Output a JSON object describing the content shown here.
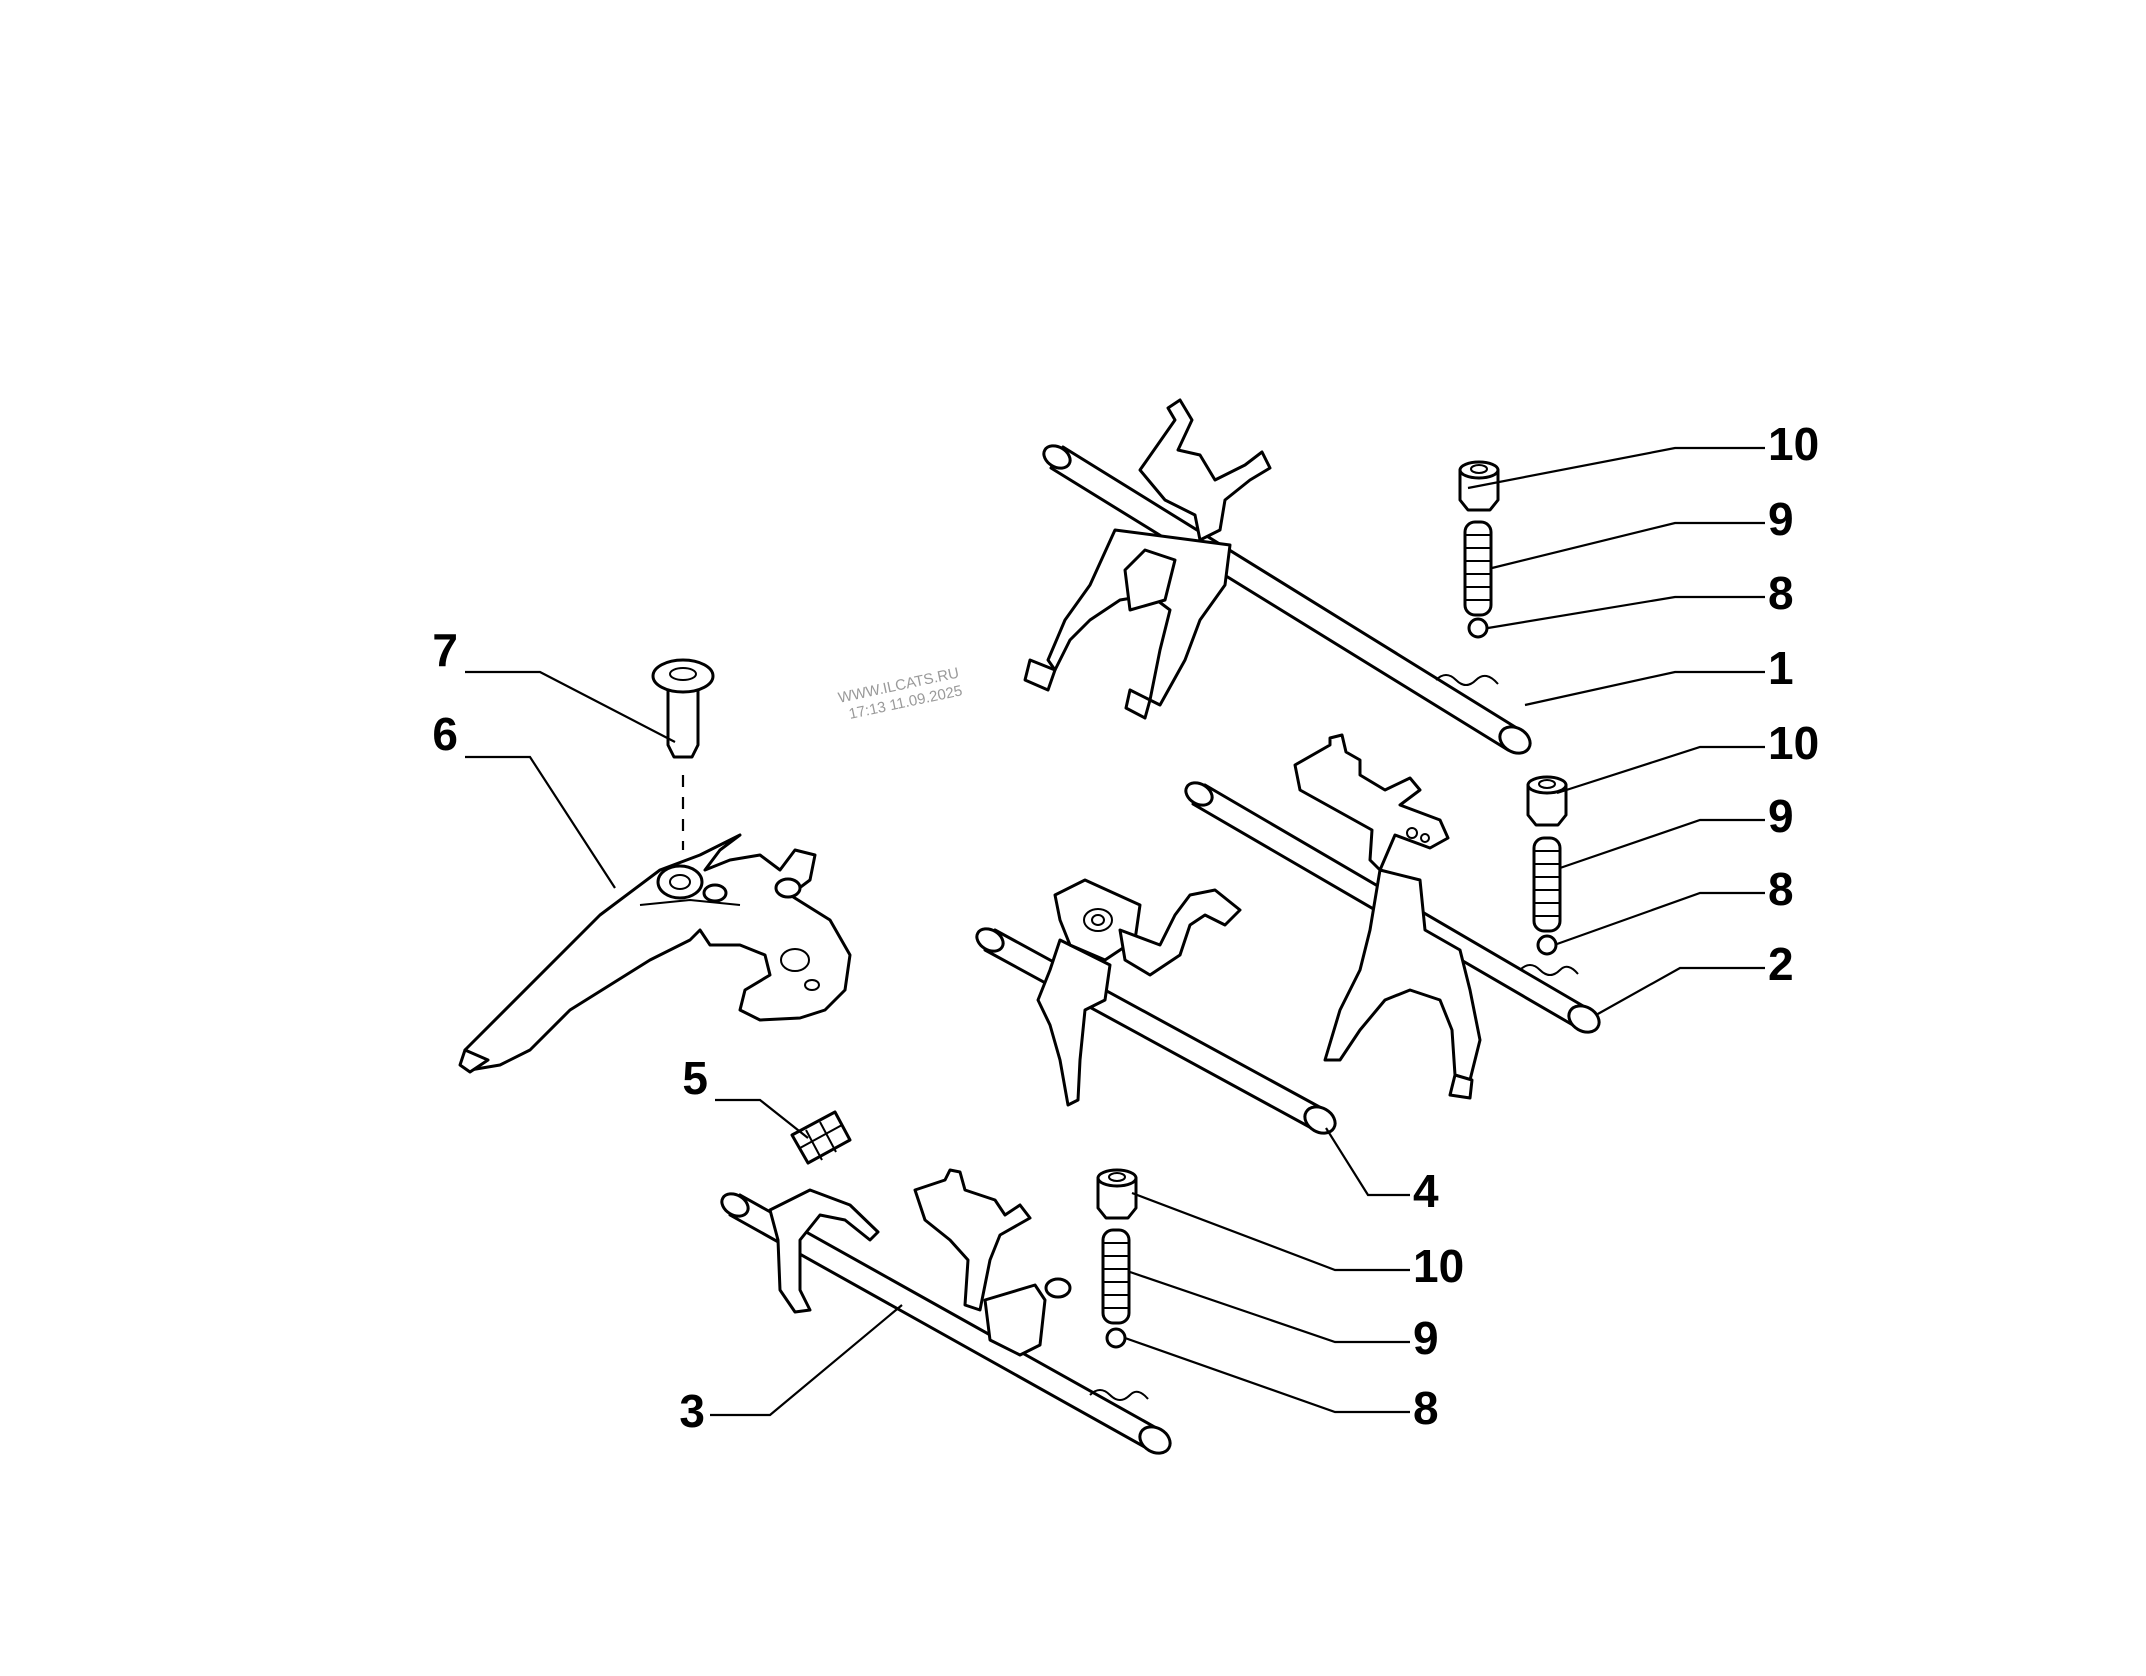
{
  "watermark": {
    "line1": "WWW.ILCATS.RU",
    "line2": "17:13 11.09.2025"
  },
  "callouts": {
    "top_cap": "10",
    "top_spring": "9",
    "top_ring": "8",
    "rod_1": "1",
    "mid_cap": "10",
    "mid_spring": "9",
    "mid_ring": "8",
    "rod_2": "2",
    "rod_4": "4",
    "bot_cap": "10",
    "bot_spring": "9",
    "bot_ring": "8",
    "rod_3": "3",
    "pin_7": "7",
    "lever_6": "6",
    "sleeve_5": "5"
  }
}
